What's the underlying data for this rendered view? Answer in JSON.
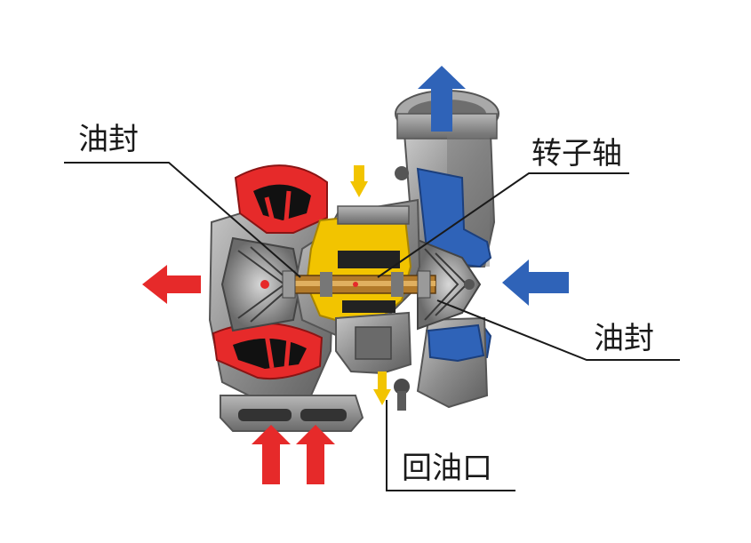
{
  "labels": {
    "oil_seal_left": "油封",
    "rotor_shaft": "转子轴",
    "oil_seal_right": "油封",
    "oil_return": "回油口"
  },
  "colors": {
    "exhaust_red": "#e62a2a",
    "intake_blue": "#2f63b8",
    "oil_yellow": "#f2c400",
    "metal_gray": "#8a8a8a",
    "leader_line": "#1a1a1a"
  },
  "icons": {
    "exhaust_out": "arrow-left-icon",
    "exhaust_in": "arrow-up-icon",
    "air_in": "arrow-left-icon",
    "air_out": "arrow-up-icon",
    "oil_in": "arrow-down-icon",
    "oil_out": "arrow-down-icon"
  }
}
